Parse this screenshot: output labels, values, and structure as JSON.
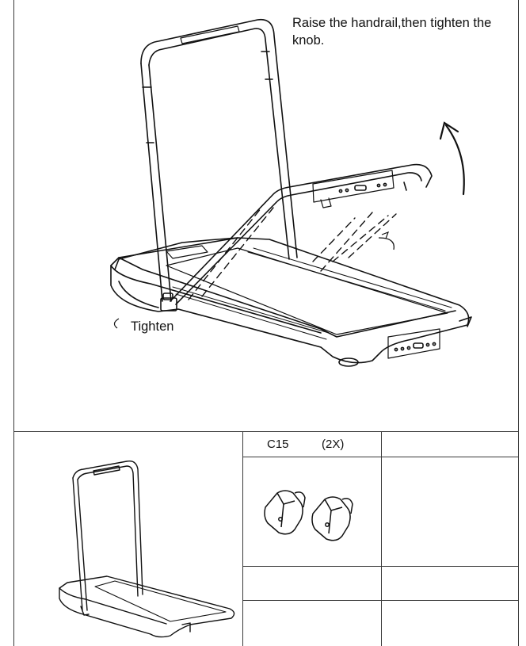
{
  "instruction": "Raise the handrail,then tighten the knob.",
  "callout_label": "Tighten",
  "parts_table": {
    "part_code": "C15",
    "quantity": "(2X)"
  },
  "icons": {
    "main_illustration": "treadmill-handrail-raise-icon",
    "direction_arrow": "curved-up-arrow-icon",
    "thumbnail": "treadmill-thumbnail-icon",
    "part_image": "knob-pair-icon"
  }
}
